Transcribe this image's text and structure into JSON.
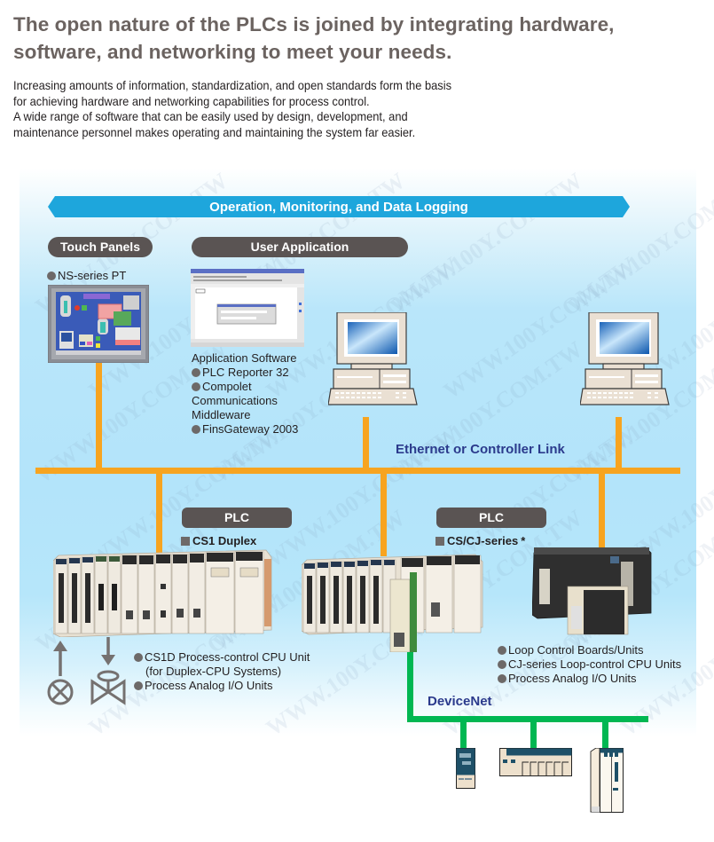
{
  "headline": {
    "line1": "The open nature of the PLCs is joined by integrating hardware,",
    "line2": "software, and networking to meet your needs."
  },
  "intro": {
    "lines": [
      "Increasing amounts of information, standardization, and open standards form the basis",
      "for achieving hardware and networking capabilities for process control.",
      "A wide range of software that can be easily used by design, development, and",
      "maintenance personnel makes operating and maintaining the system far easier."
    ]
  },
  "diagram": {
    "band_title": "Operation, Monitoring, and Data Logging",
    "touch_panels": {
      "header": "Touch Panels",
      "item": "NS-series PT"
    },
    "user_application": {
      "header": "User Application",
      "software_title": "Application Software",
      "items": [
        "PLC Reporter 32",
        "Compolet",
        "FinsGateway 2003"
      ],
      "compolet_continuation": [
        "Communications",
        "Middleware"
      ]
    },
    "network_label": "Ethernet or Controller Link",
    "plc_left": {
      "header": "PLC",
      "series": "CS1 Duplex",
      "items": [
        "CS1D Process-control CPU Unit",
        "Process Analog I/O Units"
      ],
      "item1_continuation": "(for Duplex-CPU Systems)"
    },
    "plc_right": {
      "header": "PLC",
      "series": "CS/CJ-series",
      "footnote_mark": "*",
      "items": [
        "Loop Control Boards/Units",
        "CJ-series Loop-control CPU Units",
        "Process Analog I/O Units"
      ]
    },
    "devicenet_label": "DeviceNet",
    "watermark": "WWW.100Y.COM.TW",
    "colors": {
      "band": "#1ea6dc",
      "ethernet_line": "#f7a420",
      "devicenet_line": "#00b752",
      "pill": "#5a5453",
      "network_text": "#2b3a8c",
      "headline_text": "#6b6360"
    }
  }
}
